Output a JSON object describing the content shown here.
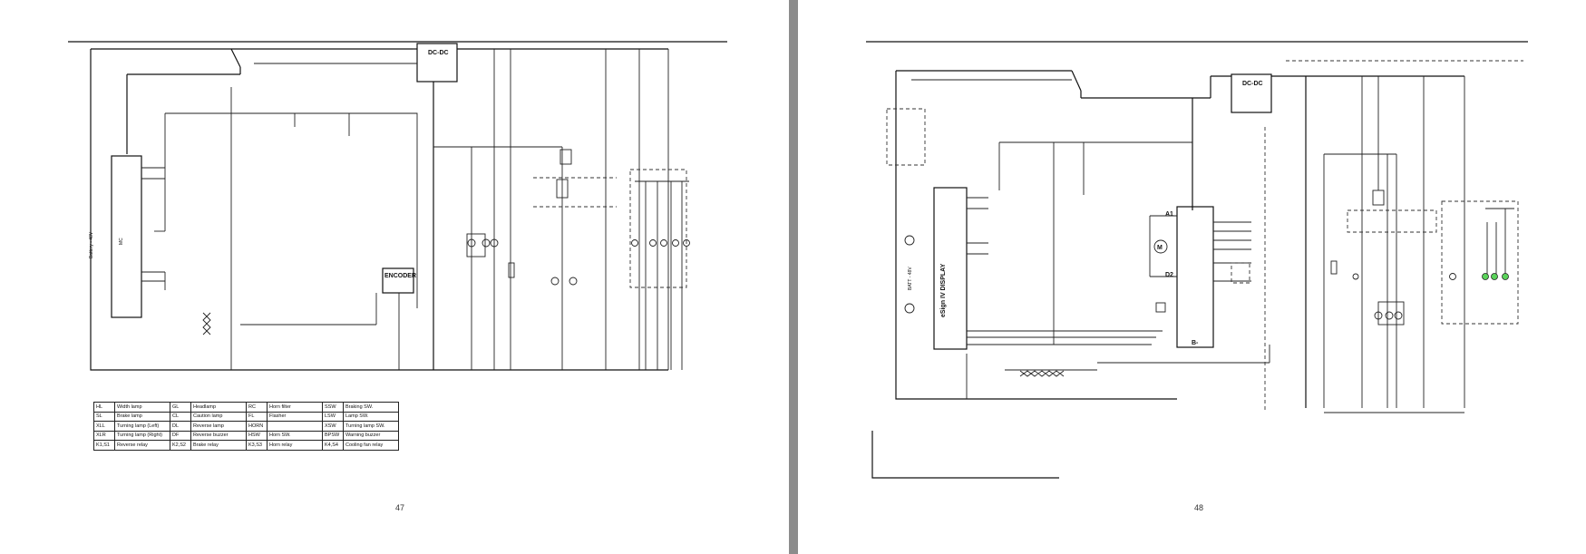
{
  "left_page": {
    "page_number": "47",
    "blocks": {
      "dcdc": "DC-DC",
      "encoder": "ENCODER",
      "battery": "Battery - 48V"
    },
    "legend": [
      [
        {
          "code": "HL",
          "desc": "Width lamp"
        },
        {
          "code": "GL",
          "desc": "Headlamp"
        },
        {
          "code": "RC",
          "desc": "Horn filter"
        },
        {
          "code": "SSW",
          "desc": "Braking SW."
        }
      ],
      [
        {
          "code": "SL",
          "desc": "Brake lamp"
        },
        {
          "code": "CL",
          "desc": "Caution lamp"
        },
        {
          "code": "FL",
          "desc": "Flasher"
        },
        {
          "code": "LSW",
          "desc": "Lamp SW."
        }
      ],
      [
        {
          "code": "XLL",
          "desc": "Turning lamp (Left)"
        },
        {
          "code": "DL",
          "desc": "Reverse lamp"
        },
        {
          "code": "HORN",
          "desc": ""
        },
        {
          "code": "XSW",
          "desc": "Turning lamp SW."
        }
      ],
      [
        {
          "code": "XLR",
          "desc": "Turning lamp (Right)"
        },
        {
          "code": "DF",
          "desc": "Reverse buzzer"
        },
        {
          "code": "HSW",
          "desc": "Horn SW."
        },
        {
          "code": "BPSW",
          "desc": "Warning buzzer"
        }
      ],
      [
        {
          "code": "K1,S1",
          "desc": "Reverse relay"
        },
        {
          "code": "K2,S2",
          "desc": "Brake relay"
        },
        {
          "code": "K3,S3",
          "desc": "Horn relay"
        },
        {
          "code": "K4,S4",
          "desc": "Cooling fan relay"
        }
      ]
    ]
  },
  "right_page": {
    "page_number": "48",
    "blocks": {
      "dcdc": "DC-DC",
      "display": "eSign IV DISPLAY",
      "motor_a1": "A1",
      "motor_d2": "D2",
      "motor_m": "M",
      "bminus": "B-",
      "battery": "BATT - 48V"
    }
  }
}
